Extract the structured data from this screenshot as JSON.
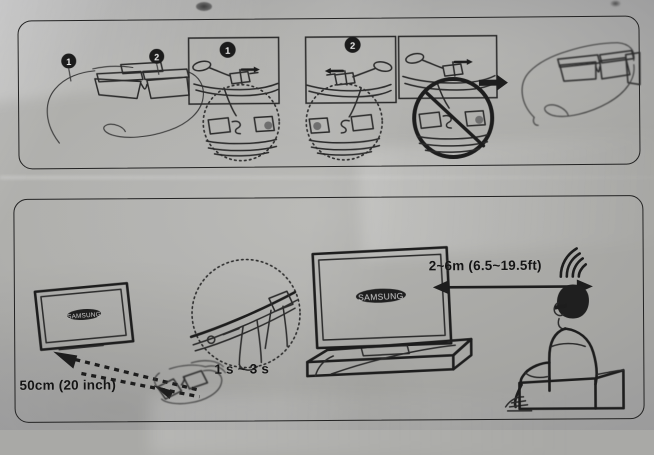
{
  "document": {
    "kind": "3d-glasses-instruction-leaflet",
    "medium": "photograph of printed instruction sheet inside plastic packaging",
    "background_color": "#a9a9a6",
    "ink_color": "#232323"
  },
  "panels": [
    {
      "id": "panel-top",
      "name": "attaching-the-head-strap",
      "steps": [
        {
          "badge": "①",
          "name": "left-hinge-marker",
          "description": "glasses shown with numbered attachment points for the strap"
        },
        {
          "badge": "②",
          "name": "right-hinge-marker",
          "description": "second strap attachment point on glasses temple"
        },
        {
          "badge": "①",
          "name": "step-1-insert-left",
          "description": "close-up of strap end inserted into left temple slot, magnified in dotted circle"
        },
        {
          "badge": "②",
          "name": "step-2-insert-right",
          "description": "close-up of strap end inserted into right temple slot, magnified in dotted circle"
        },
        {
          "badge": "",
          "name": "step-3-incorrect",
          "description": "incorrect insertion shown crossed out with a prohibition circle-slash symbol"
        },
        {
          "badge": "",
          "name": "result-assembled",
          "description": "finished 3D glasses with head strap attached"
        }
      ],
      "arrow": {
        "name": "result-arrow",
        "direction": "right"
      }
    },
    {
      "id": "panel-bottom",
      "name": "pairing-glasses-with-tv",
      "items": [
        {
          "name": "tv-small",
          "logo": "SAMSUNG",
          "description": "television shown at close range"
        },
        {
          "name": "dashed-arrow-to-tv",
          "description": "dashed arrow from glasses toward the TV screen"
        },
        {
          "name": "glasses-held-near-tv",
          "description": "hand holding 3D glasses close to the TV screen"
        },
        {
          "name": "magnifier-press-button",
          "description": "dotted magnifier circle showing finger pressing and holding the power button on the glasses"
        },
        {
          "name": "tv-large-on-cabinet",
          "logo": "SAMSUNG",
          "description": "television on a media cabinet"
        },
        {
          "name": "double-arrow-viewing-distance",
          "description": "double-headed arrow between TV and seated viewer"
        },
        {
          "name": "wireless-signal-icon",
          "description": "bluetooth / IR signal arcs radiating near the viewer"
        },
        {
          "name": "person-on-sofa",
          "description": "person seated on a sofa wearing the 3D glasses"
        }
      ],
      "captions": {
        "distance_near": "50cm (20 inch)",
        "hold_time": "1 s ~ 3 s",
        "distance_range": "2~6m (6.5~19.5ft)"
      }
    }
  ],
  "badges": {
    "one": "①",
    "two": "②"
  },
  "logos": {
    "tv_brand": "SAMSUNG"
  }
}
